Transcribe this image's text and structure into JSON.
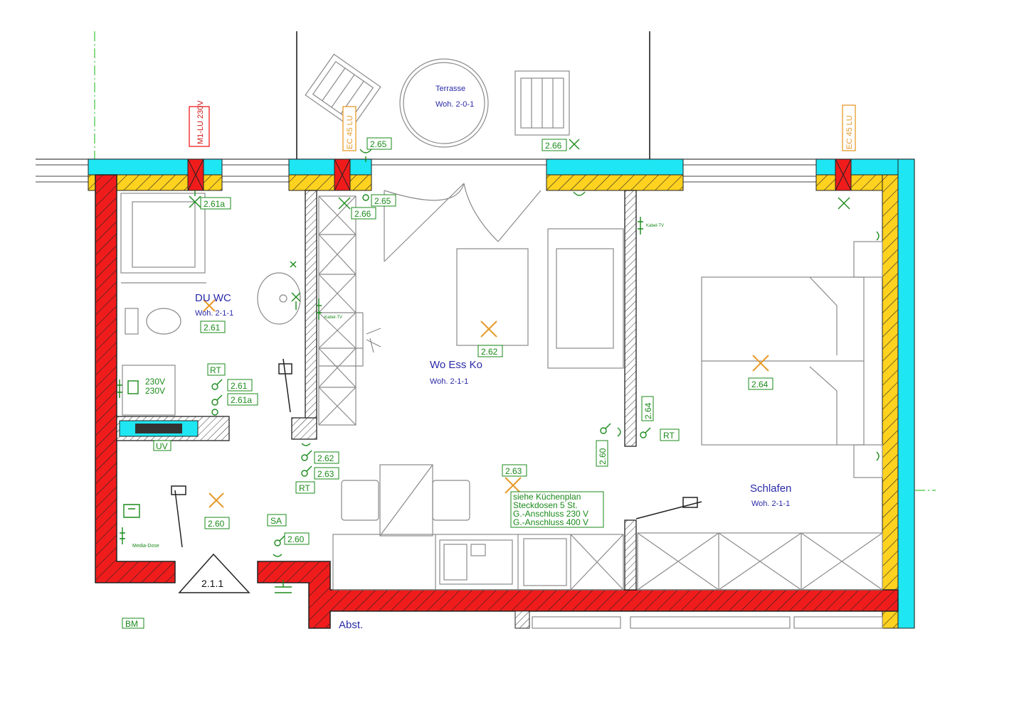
{
  "rooms": {
    "terrace": {
      "name": "Terrasse",
      "sub": "Woh. 2-0-1"
    },
    "bath": {
      "name": "DU WC",
      "sub": "Woh. 2-1-1",
      "tag": "2.61"
    },
    "living": {
      "name": "Wo Ess Ko",
      "sub": "Woh. 2-1-1"
    },
    "bedroom": {
      "name": "Schlafen",
      "sub": "Woh. 2-1-1"
    },
    "storage": {
      "name": "Abst."
    }
  },
  "door_labels": {
    "window_fire_1": "M1-LU 230V",
    "window_fire_2": "EC 45 LU",
    "window_fire_3": "EC 45 LU"
  },
  "tags": {
    "t265_top": "2.65",
    "t266_top": "2.66",
    "t261a_top": "2.61a",
    "t265_mid": "2.65",
    "t266_mid": "2.66",
    "t262_table": "2.62",
    "t264_bed": "2.64",
    "t264_v": "2.64",
    "t260_v": "2.60",
    "rt_bath": "RT",
    "t261_bath": "2.61",
    "t261a_bath": "2.61a",
    "uv": "UV",
    "t262_hall": "2.62",
    "t263_hall": "2.63",
    "rt_hall": "RT",
    "t260_hall": "2.60",
    "sa": "SA",
    "t260_sa": "2.60",
    "rt_living": "RT",
    "t263_kitchen": "2.63",
    "bm": "BM"
  },
  "kitchen_note": [
    "siehe Küchenplan",
    "Steckdosen 5 St.",
    "G.-Anschluss 230 V",
    "G.-Anschluss 400 V"
  ],
  "small_labels": {
    "v230_1": "230V",
    "v230_2": "230V",
    "kabel_tv_1": "Kabel-TV",
    "kabel_tv_2": "Kabel-TV",
    "media_dose": "Media-Dose",
    "door_mark": "2.1.1"
  },
  "colors": {
    "wall_red": "#f01c1c",
    "insulation_yellow": "#ffd21f",
    "insulation_cyan": "#1ee6f2",
    "symbol_green": "#1a8a1a",
    "room_text_blue": "#2a2aa8",
    "lamp_orange": "#e79a2a"
  }
}
